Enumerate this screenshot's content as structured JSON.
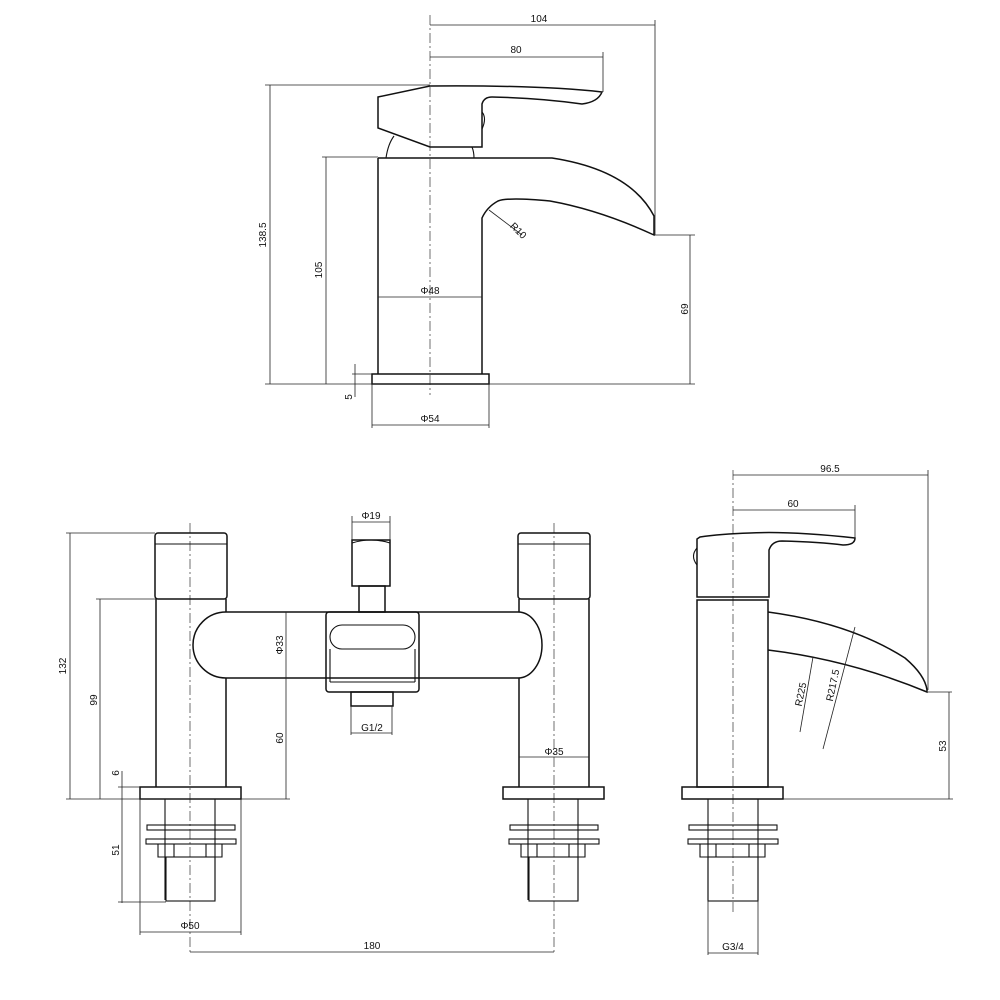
{
  "drawing": {
    "title": "Basin mixer and bath filler technical drawing",
    "line_color": "#111111",
    "background": "#ffffff"
  },
  "basin_mixer_view": {
    "dims": {
      "overall_reach": "104",
      "handle_reach": "80",
      "overall_height": "138.5",
      "body_height": "105",
      "spout_radius": "R10",
      "body_diameter": "Φ48",
      "spout_height": "69",
      "base_thickness": "5",
      "base_diameter": "Φ54"
    }
  },
  "bath_filler_front_view": {
    "dims": {
      "overall_height": "132",
      "body_height": "99",
      "base_thickness": "6",
      "bridge_diameter": "Φ33",
      "bridge_height": "60",
      "diverter_diameter": "Φ19",
      "outlet_thread": "G1/2",
      "leg_diameter": "Φ35",
      "tail_length": "51",
      "base_diameter": "Φ50",
      "centres": "180"
    }
  },
  "bath_filler_side_view": {
    "dims": {
      "overall_reach": "96.5",
      "handle_reach": "60",
      "inner_radius": "R225",
      "outer_radius": "R217.5",
      "spout_height": "53",
      "tail_thread": "G3/4"
    }
  }
}
